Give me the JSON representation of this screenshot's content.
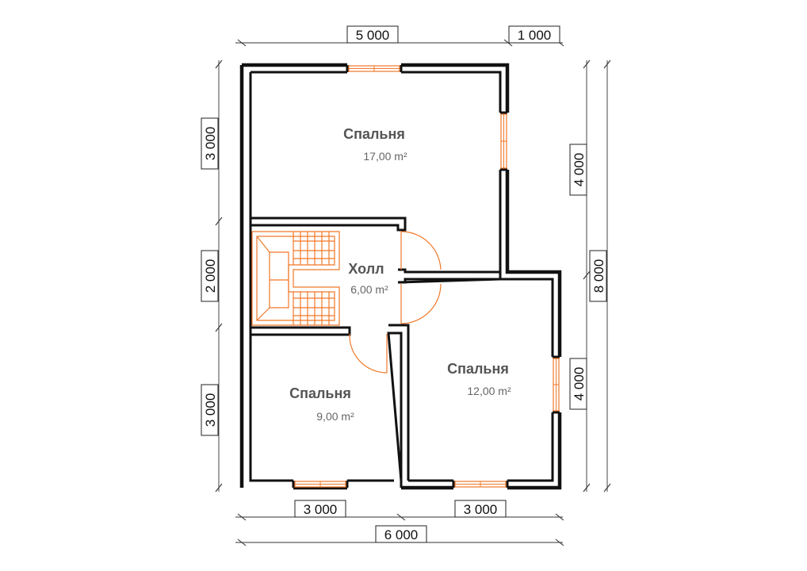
{
  "dimensions": {
    "top_left": "5 000",
    "top_right": "1 000",
    "left_top": "3 000",
    "left_middle": "2 000",
    "left_bottom": "3 000",
    "right_upper": "4 000",
    "right_lower": "4 000",
    "right_total": "8 000",
    "bottom_left": "3 000",
    "bottom_right": "3 000",
    "bottom_total": "6 000"
  },
  "rooms": [
    {
      "name": "Спальня",
      "area": "17,00 m²"
    },
    {
      "name": "Холл",
      "area": "6,00 m²"
    },
    {
      "name": "Спальня",
      "area": "9,00 m²"
    },
    {
      "name": "Спальня",
      "area": "12,00 m²"
    }
  ],
  "colors": {
    "wall": "#111111",
    "openings": "#f07828",
    "text": "#555555"
  }
}
